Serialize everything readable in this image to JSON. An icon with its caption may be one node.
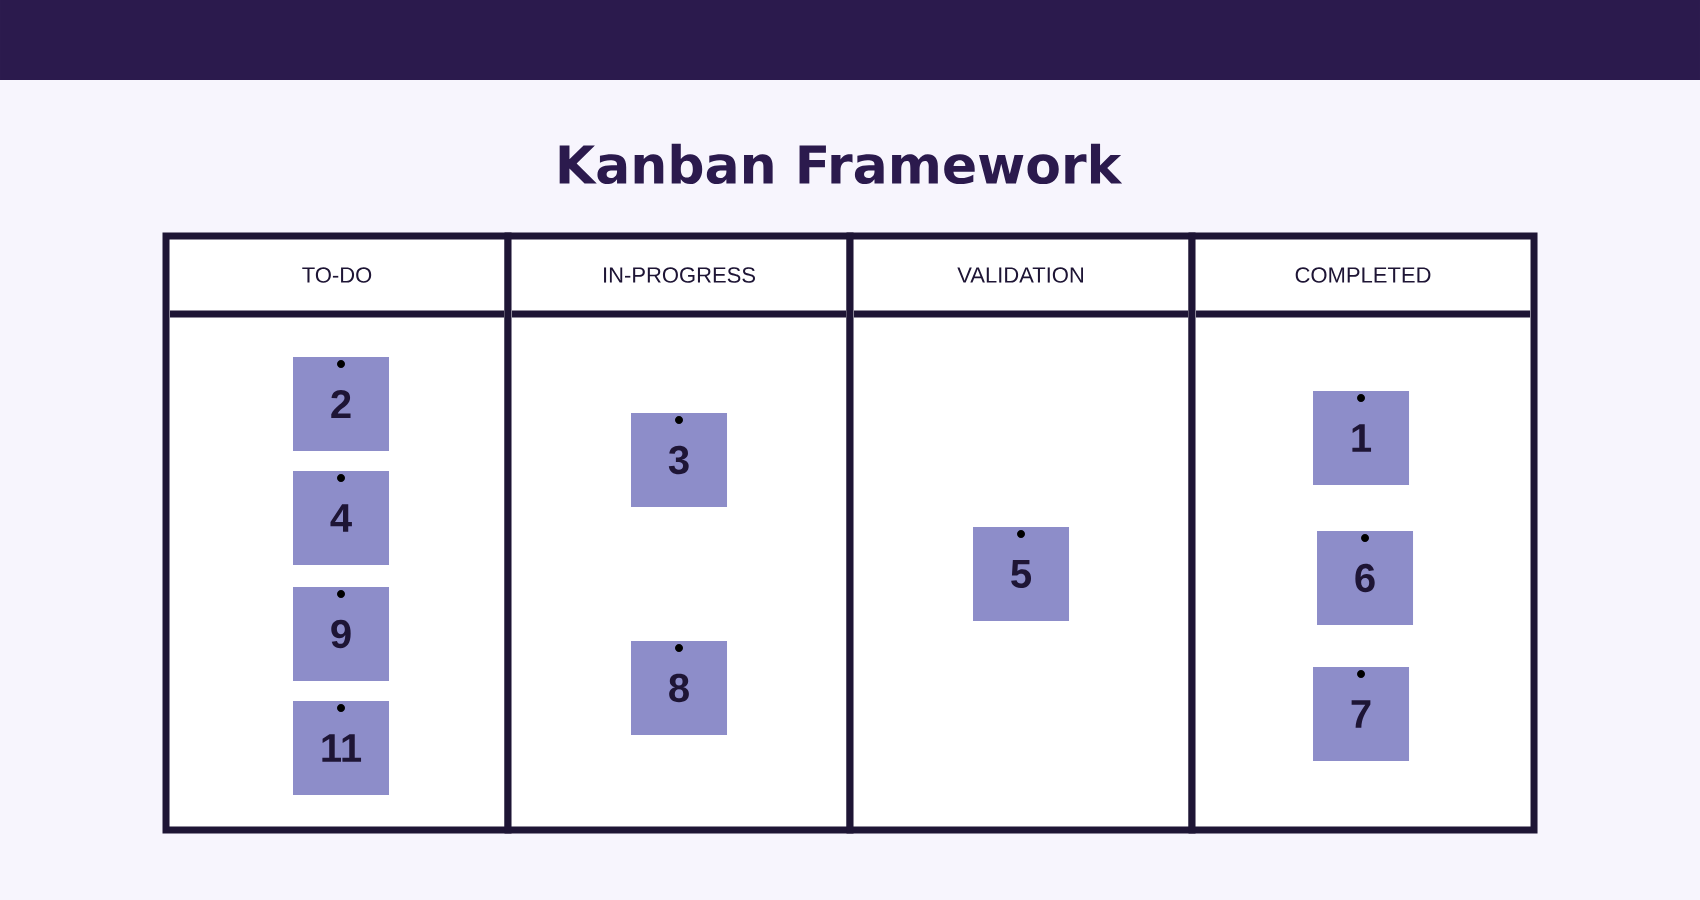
{
  "diagram": {
    "title": "Kanban Framework",
    "nodes": [
      {
        "text": [
          "TO-DO"
        ]
      },
      {
        "text": [
          "2"
        ],
        "in": 0
      },
      {
        "text": [
          "4"
        ],
        "in": 0
      },
      {
        "text": [
          "9"
        ],
        "in": 0
      },
      {
        "text": [
          "11"
        ],
        "in": 0
      },
      {
        "text": [
          "IN-PROGRESS"
        ]
      },
      {
        "text": [
          "3"
        ],
        "in": 5
      },
      {
        "text": [
          "8"
        ],
        "in": 5
      },
      {
        "text": [
          "VALIDATION"
        ]
      },
      {
        "text": [
          "5"
        ],
        "in": 8
      },
      {
        "text": [
          "COMPLETED"
        ]
      },
      {
        "text": [
          "1"
        ],
        "in": 10
      },
      {
        "text": [
          "6"
        ],
        "in": 10
      },
      {
        "text": [
          "7"
        ],
        "in": 10
      }
    ],
    "edges": []
  }
}
